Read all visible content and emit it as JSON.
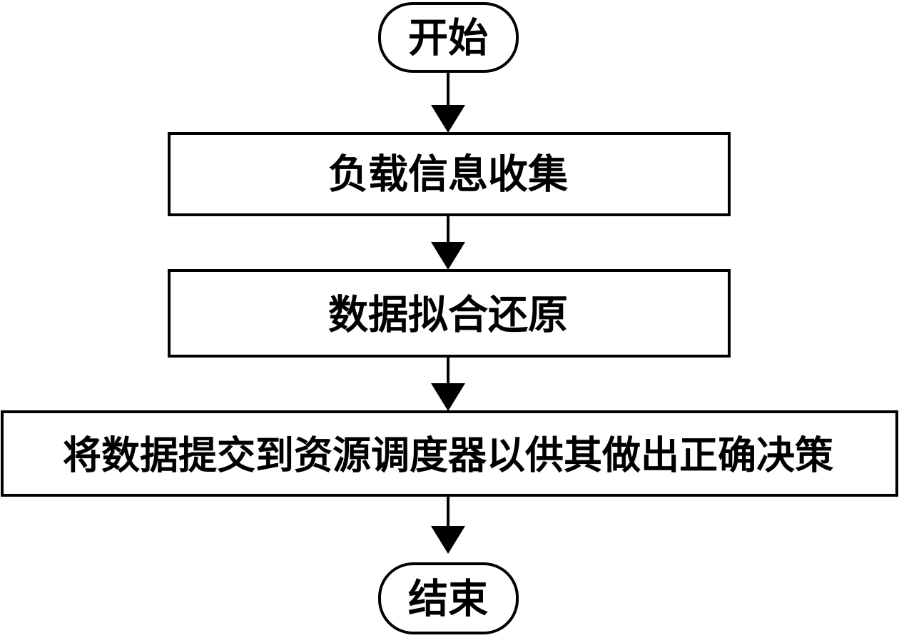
{
  "flowchart": {
    "start": {
      "label": "开始"
    },
    "steps": [
      {
        "label": "负载信息收集"
      },
      {
        "label": "数据拟合还原"
      },
      {
        "label": "将数据提交到资源调度器以供其做出正确决策"
      }
    ],
    "end": {
      "label": "结束"
    }
  },
  "colors": {
    "stroke": "#000000",
    "fill": "#ffffff",
    "text": "#000000"
  }
}
